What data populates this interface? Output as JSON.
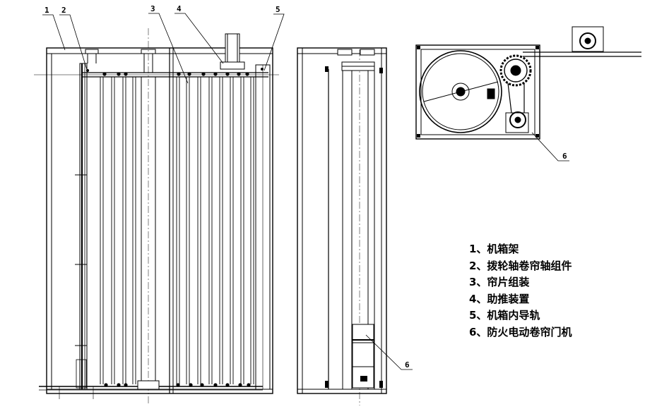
{
  "callouts": {
    "c1": "1",
    "c2": "2",
    "c3": "3",
    "c4": "4",
    "c5": "5",
    "c6_side": "6",
    "c6_top": "6"
  },
  "legend": [
    "1、机箱架",
    "2、拨轮轴卷帘轴组件",
    "3、帘片组装",
    "4、助推装置",
    "5、机箱内导轨",
    "6、防火电动卷帘门机"
  ]
}
